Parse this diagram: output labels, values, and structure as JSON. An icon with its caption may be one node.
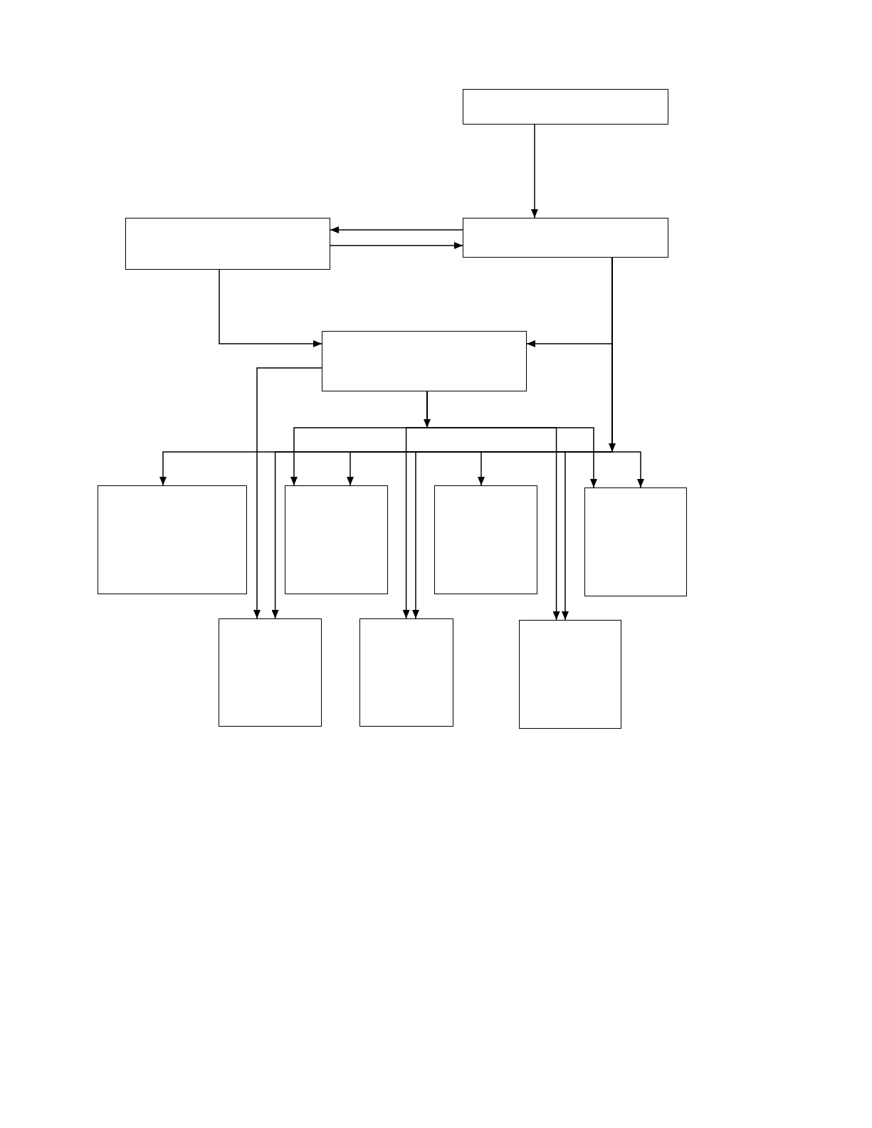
{
  "diagram": {
    "nodes": [
      {
        "text": [],
        "shape": "box"
      },
      {
        "text": [],
        "shape": "box"
      },
      {
        "text": [],
        "shape": "box"
      },
      {
        "text": [],
        "shape": "box"
      },
      {
        "text": [],
        "shape": "box"
      },
      {
        "text": [],
        "shape": "box"
      },
      {
        "text": [],
        "shape": "box"
      },
      {
        "text": [],
        "shape": "box"
      },
      {
        "text": [],
        "shape": "box"
      },
      {
        "text": [],
        "shape": "box"
      },
      {
        "text": [],
        "shape": "box"
      }
    ],
    "edges": [
      {
        "from": 0,
        "to": 2,
        "arrow": "to"
      },
      {
        "from": 2,
        "to": 1,
        "arrow": "to"
      },
      {
        "from": 1,
        "to": 2,
        "arrow": "to"
      },
      {
        "from": 1,
        "to": 3,
        "arrow": "to"
      },
      {
        "from": 2,
        "to": 3,
        "arrow": "to"
      },
      {
        "from": 3,
        "to": 8,
        "arrow": "to"
      },
      {
        "from": 3,
        "to": 5,
        "arrow": "to"
      },
      {
        "from": 3,
        "to": 9,
        "arrow": "to"
      },
      {
        "from": 3,
        "to": 10,
        "arrow": "to"
      },
      {
        "from": 3,
        "to": 7,
        "arrow": "to"
      },
      {
        "from": 2,
        "to": 4,
        "arrow": "to"
      },
      {
        "from": 2,
        "to": 8,
        "arrow": "to"
      },
      {
        "from": 2,
        "to": 5,
        "arrow": "to"
      },
      {
        "from": 2,
        "to": 9,
        "arrow": "to"
      },
      {
        "from": 2,
        "to": 6,
        "arrow": "to"
      },
      {
        "from": 2,
        "to": 10,
        "arrow": "to"
      },
      {
        "from": 2,
        "to": 7,
        "arrow": "to"
      }
    ]
  }
}
